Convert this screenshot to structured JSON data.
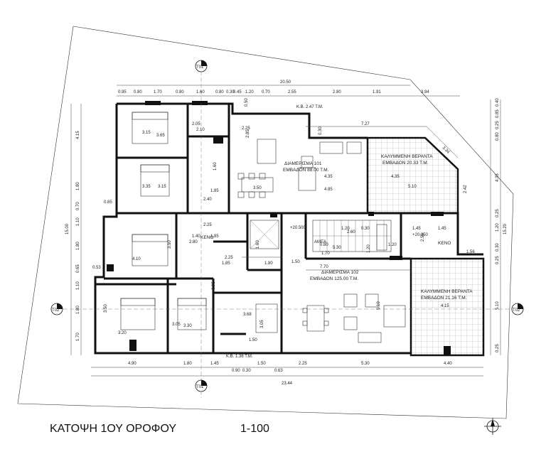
{
  "title": {
    "plan": "ΚΑΤΟΨΗ 1ΟΥ ΟΡΟΦΟΥ",
    "scale": "1-100"
  },
  "section_markers": {
    "top": "T01",
    "bottom": "T01",
    "left": "T02",
    "right": "T02"
  },
  "apartments": [
    {
      "name": "ΔΙΑΜΕΡΙΣΜΑ 101",
      "area": "ΕΜΒΑΔΟΝ 88.00 Τ.Μ."
    },
    {
      "name": "ΔΙΑΜΕΡΙΣΜΑ 102",
      "area": "ΕΜΒΑΔΟΝ 125.00 Τ.Μ."
    }
  ],
  "verandas": [
    {
      "name": "ΚΑΛΥΜΜΕΝΗ ΒΕΡΑΝΤΑ",
      "area": "ΕΜΒΑΔΟΝ 20.33 Τ.Μ."
    },
    {
      "name": "ΚΑΛΥΜΜΕΝΗ ΒΕΡΑΝΤΑ",
      "area": "ΕΜΒΑΔΟΝ 21.16 Τ.Μ."
    }
  ],
  "labels": {
    "kb_top": "Κ.Β. 2.47 Τ.Μ.",
    "kb_bottom": "Κ.Β. 1.36 Τ.Μ.",
    "keno_left": "ΚΕΝΟ",
    "keno_right": "ΚΕΝΟ",
    "amea": "ΑΜΕΑ",
    "level_left": "+20.500",
    "level_right": "+20.350"
  },
  "dimensions": {
    "top_overall": "20.50",
    "bottom_overall": "23.44",
    "left_overall": "15.00",
    "right_overall": "15.20",
    "top_chain": [
      "0.95",
      "0.80",
      "1.70",
      "0.80",
      "1.60",
      "0.80",
      "0.30",
      "0.45",
      "1.20",
      "0.70",
      "2.55",
      "2.80",
      "1.91",
      "3.94"
    ],
    "bottom_chain": [
      "4.90",
      "1.80",
      "1.45",
      "0.90",
      "0.30",
      "1.50",
      "0.63",
      "2.25",
      "5.30",
      "4.40"
    ],
    "left_chain": [
      "4.15",
      "1.80",
      "0.70",
      "1.10",
      "1.80",
      "0.65",
      "1.10",
      "1.80",
      "1.70"
    ],
    "right_chain": [
      "0.40",
      "0.85",
      "0.25",
      "0.80",
      "4.35",
      "0.25",
      "1.20",
      "0.30",
      "0.25",
      "5.10",
      "0.25"
    ],
    "interior": [
      "3.15",
      "3.65",
      "2.10",
      "2.05",
      "2.25",
      "2.85",
      "7.27",
      "4.35",
      "4.85",
      "3.50",
      "4.35",
      "5.10",
      "3.35",
      "3.15",
      "2.40",
      "1.85",
      "0.85",
      "2.25",
      "1.40",
      "2.80",
      "1.85",
      "0.30",
      "1.20",
      "1.45",
      "1.45",
      "1.56",
      "1.20",
      "1.70",
      "1.50",
      "3.50",
      "4.10",
      "0.53",
      "1.85",
      "2.25",
      "1.80",
      "1.60",
      "7.70",
      "5.30",
      "5.10",
      "4.15",
      "3.50",
      "3.20",
      "3.05",
      "3.30",
      "3.68",
      "3.05",
      "1.50",
      "0.95",
      "3.34",
      "2.42",
      "0.30",
      "1.60",
      "2.55",
      "0.80",
      "1.20",
      "0.50",
      "2.60"
    ]
  },
  "north_arrow": "north-arrow-icon"
}
